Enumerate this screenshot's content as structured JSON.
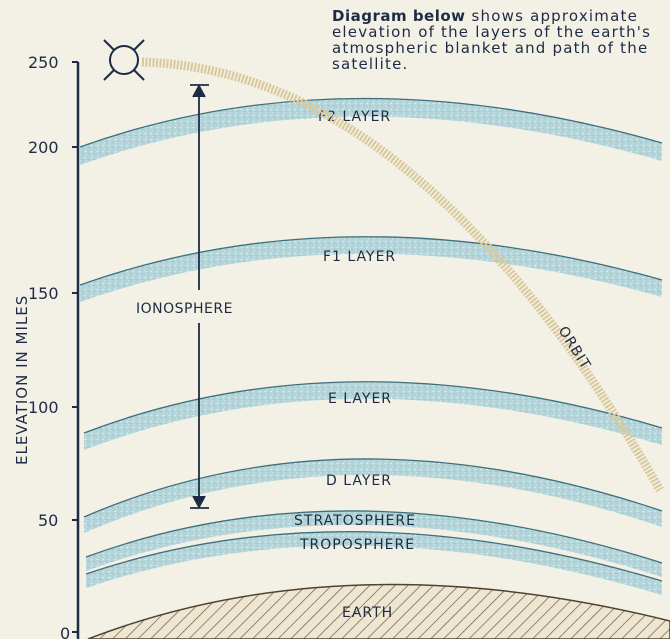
{
  "caption": {
    "bold": "Diagram below",
    "text": " shows approximate elevation of the layers of the earth's atmospheric blanket and path of the satellite."
  },
  "axis": {
    "title": "ELEVATION IN MILES",
    "ticks": [
      "250",
      "200",
      "150",
      "100",
      "50",
      "0"
    ]
  },
  "layers": {
    "f2": "F2 LAYER",
    "f1": "F1 LAYER",
    "e": "E LAYER",
    "d": "D LAYER",
    "stratosphere": "STRATOSPHERE",
    "troposphere": "TROPOSPHERE",
    "earth": "EARTH"
  },
  "ionosphere_label": "IONOSPHERE",
  "orbit_label": "ORBIT",
  "icons": [
    "satellite-icon"
  ],
  "colors": {
    "ink": "#1e2b44",
    "layer_band": "#9cc7cf",
    "layer_line": "#3f6f7d",
    "orbit": "#d9c99a",
    "earth_hatch": "#6b5a44",
    "paper": "#f3f0e6"
  }
}
